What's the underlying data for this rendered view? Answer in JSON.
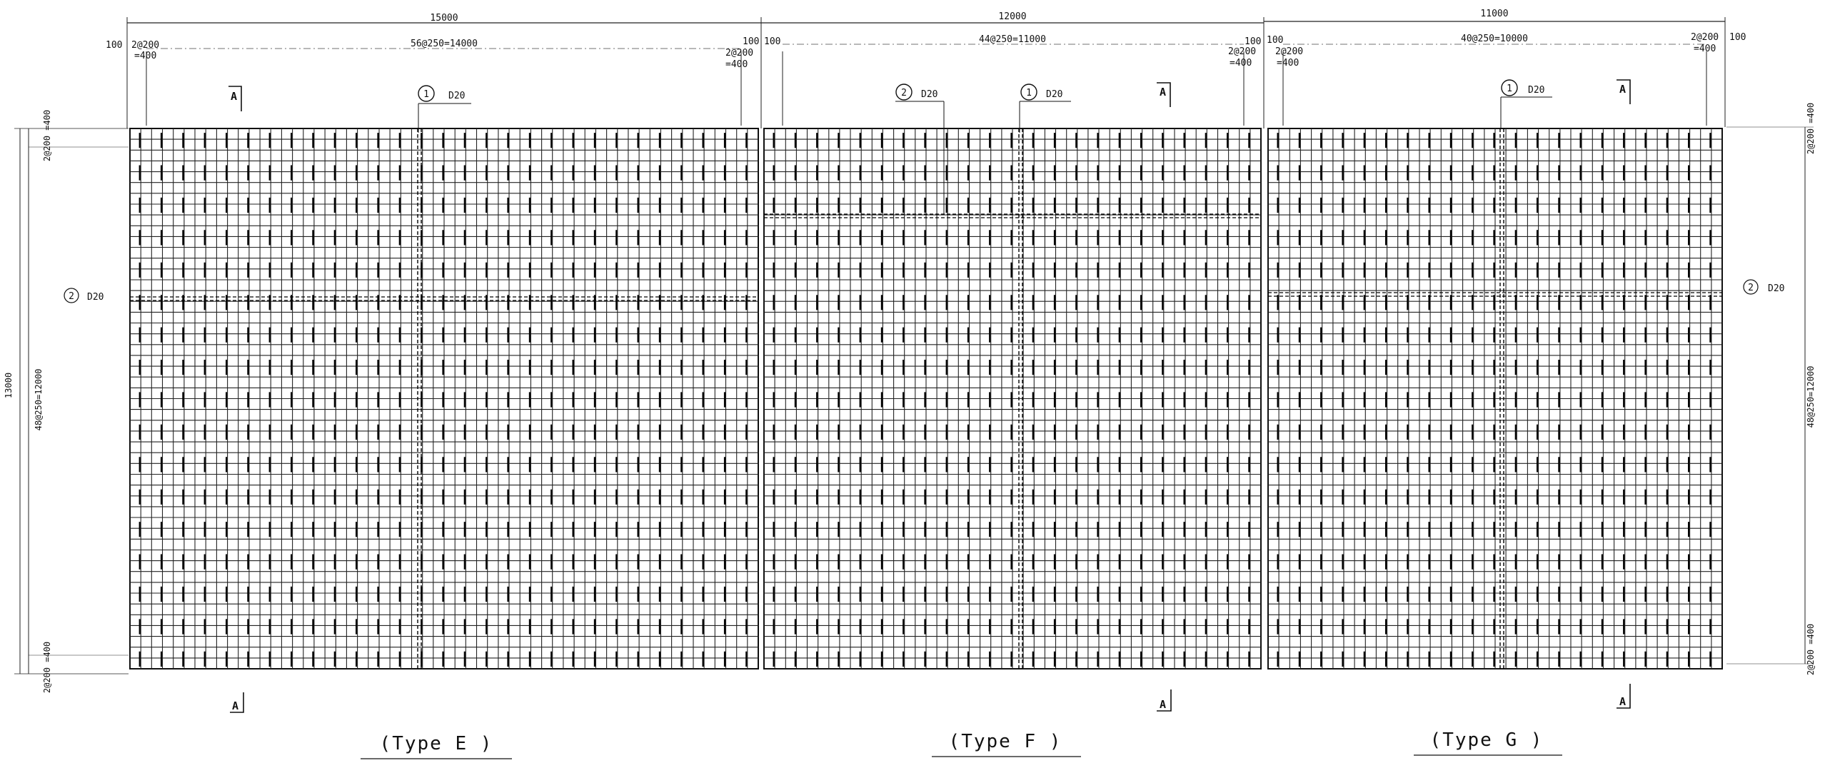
{
  "drawing": {
    "panels": [
      {
        "id": "E",
        "caption": "(Type E )",
        "total_dim": "15000",
        "spacing_dim": "56@250=14000",
        "left_edge": {
          "edge": "100",
          "spacing": "2@200",
          "sum": "=400"
        },
        "right_edge": {
          "edge": "100",
          "spacing": "2@200",
          "sum": "=400"
        },
        "bars": [
          {
            "mark": "1",
            "size": "D20"
          }
        ],
        "section_top": "A",
        "section_bottom": "A"
      },
      {
        "id": "F",
        "caption": "(Type F )",
        "total_dim": "12000",
        "spacing_dim": "44@250=11000",
        "left_edge": {
          "edge": "100",
          "spacing": "",
          "sum": ""
        },
        "right_edge": {
          "edge": "100",
          "spacing": "2@200",
          "sum": "=400"
        },
        "bars": [
          {
            "mark": "2",
            "size": "D20"
          },
          {
            "mark": "1",
            "size": "D20"
          }
        ],
        "section_top": "A",
        "section_bottom": "A"
      },
      {
        "id": "G",
        "caption": "(Type G )",
        "total_dim": "11000",
        "spacing_dim": "40@250=10000",
        "left_edge": {
          "edge": "100",
          "spacing": "2@200",
          "sum": "=400"
        },
        "right_edge": {
          "edge": "100",
          "spacing": "2@200",
          "sum": "=400"
        },
        "bars": [
          {
            "mark": "1",
            "size": "D20"
          }
        ],
        "section_top": "A",
        "section_bottom": "A"
      }
    ],
    "left_dims": {
      "overall": "13000",
      "spacing": "48@250=12000",
      "top_edge": "2@200 =400",
      "bottom_edge": "2@200 =400"
    },
    "right_dims": {
      "spacing": "48@250=12000",
      "top_edge": "2@200 =400",
      "bottom_edge": "2@200 =400"
    },
    "left_bar": {
      "mark": "2",
      "size": "D20"
    },
    "right_bar": {
      "mark": "2",
      "size": "D20"
    }
  }
}
